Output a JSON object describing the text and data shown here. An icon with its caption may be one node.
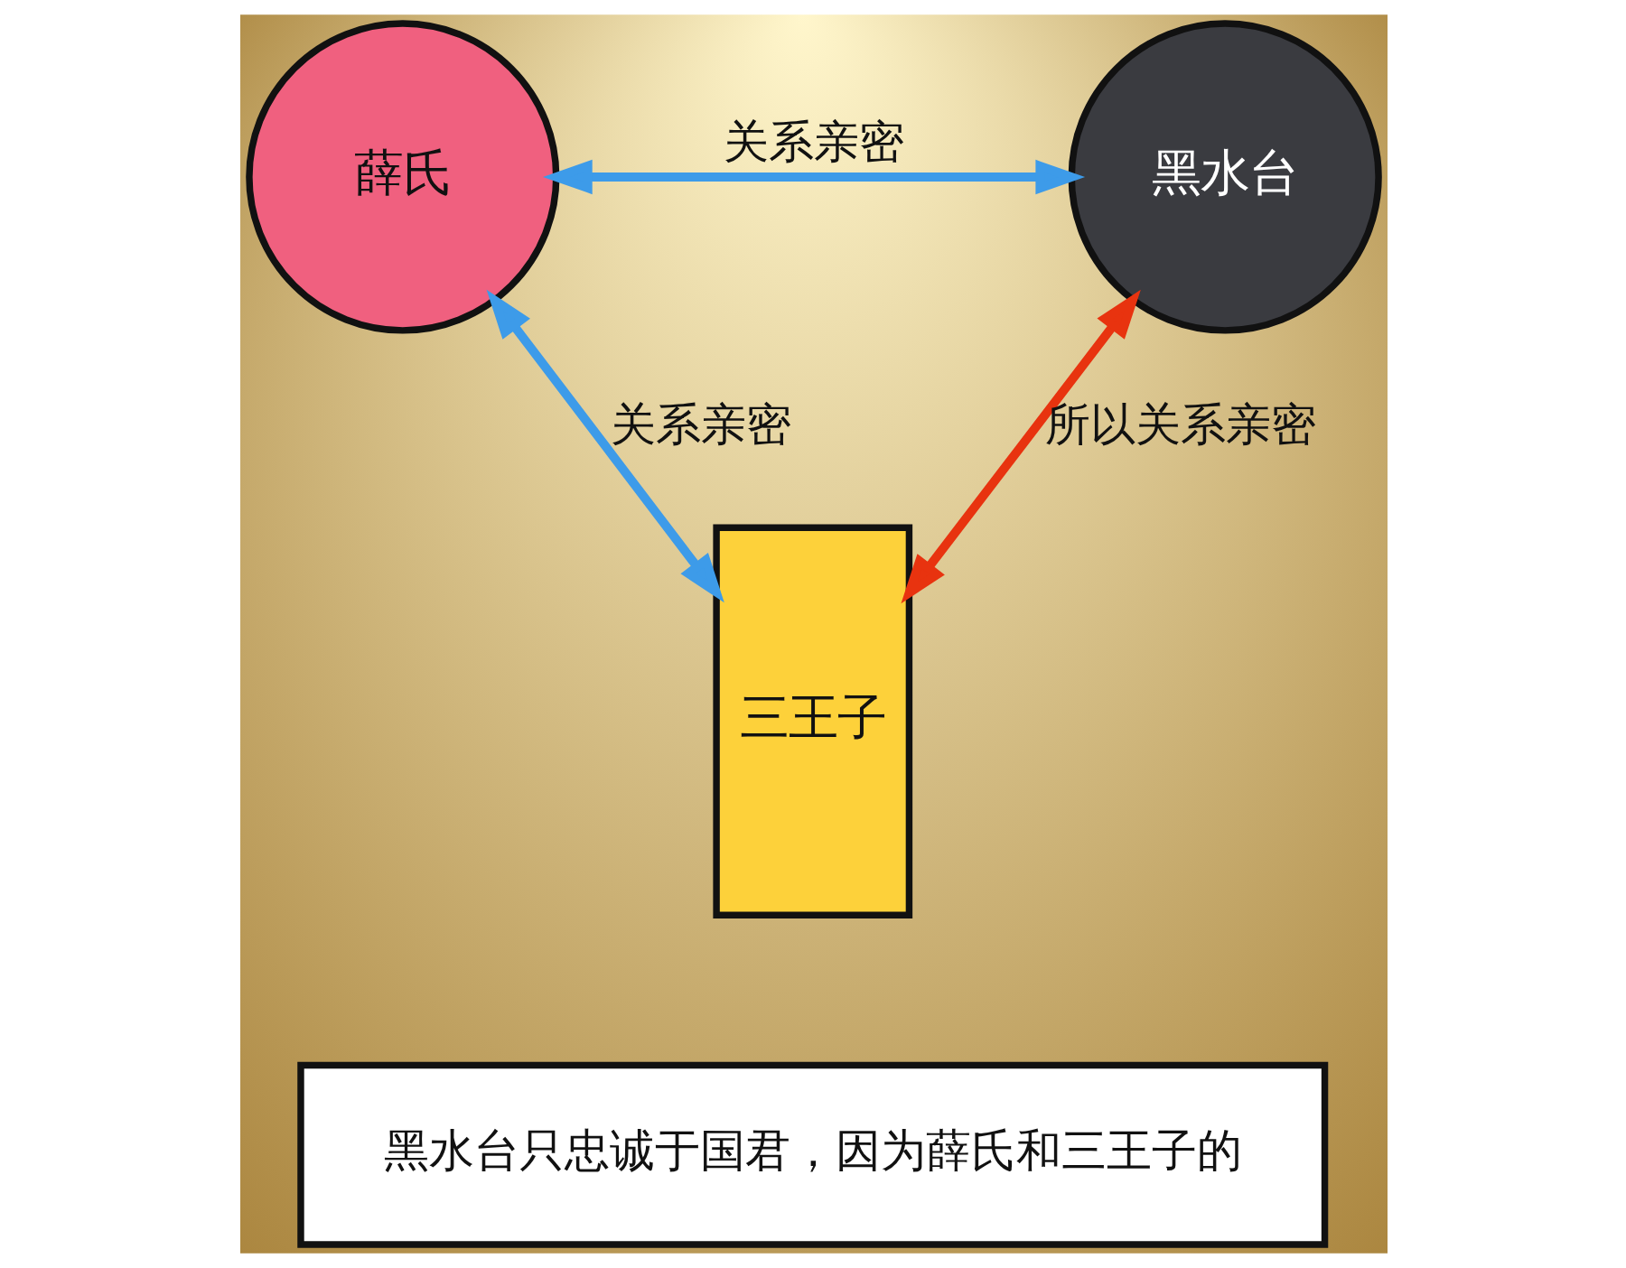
{
  "diagram": {
    "nodes": [
      {
        "text": [
          "薛氏"
        ]
      },
      {
        "text": [
          "黑水台"
        ]
      },
      {
        "text": [
          "三王子"
        ]
      },
      {
        "text": [
          "黑水台只忠诚于国君，因为薛氏和三王子的"
        ]
      }
    ],
    "edges": [
      {
        "from": 0,
        "to": 1,
        "arrow": "both",
        "label": "关系亲密"
      },
      {
        "from": 0,
        "to": 2,
        "arrow": "both",
        "label": "关系亲密"
      },
      {
        "from": 1,
        "to": 2,
        "arrow": "both",
        "label": "所以关系亲密",
        "color": "#e8330f"
      }
    ]
  }
}
